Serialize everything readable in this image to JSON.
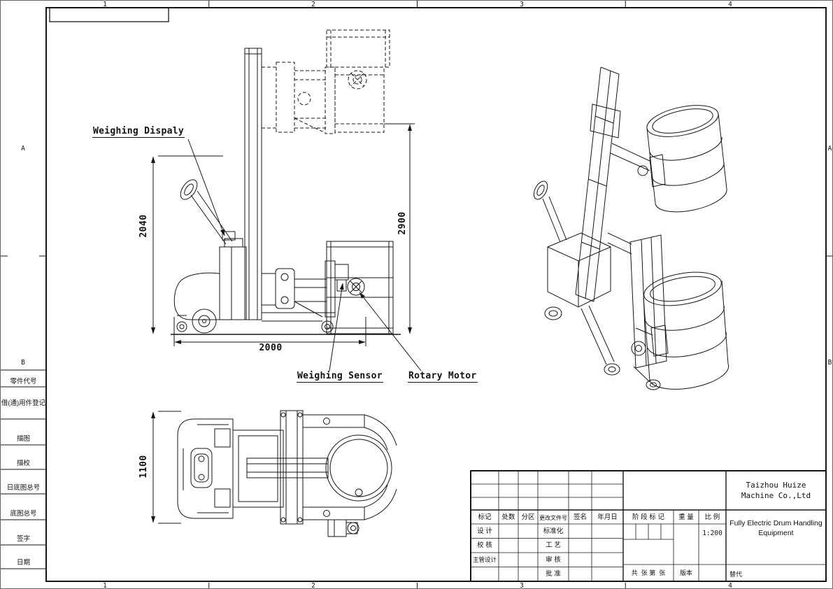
{
  "sheet": {
    "zones_top": [
      "1",
      "2",
      "3",
      "4"
    ],
    "zones_bottom": [
      "1",
      "2",
      "3",
      "4"
    ],
    "zones_left": [
      "A",
      "B"
    ],
    "zones_right": [
      "A",
      "B"
    ]
  },
  "left_table": {
    "rows": [
      "零件代号",
      "借(通)用件登记",
      "描图",
      "描校",
      "日底图总号",
      "底图总号",
      "签字",
      "日期"
    ]
  },
  "annotations": {
    "weighing_display": "Weighing Dispaly",
    "weighing_sensor": "Weighing Sensor",
    "rotary_motor": "Rotary Motor"
  },
  "dimensions": {
    "overall_height": "2040",
    "lift_height": "2900",
    "overall_length": "2000",
    "overall_width": "1100"
  },
  "title_block": {
    "company_line1": "Taizhou Huize",
    "company_line2": "Machine Co.,Ltd",
    "title_line1": "Fully Electric Drum Handling",
    "title_line2": "Equipment",
    "rev_header": [
      "标记",
      "处数",
      "分区",
      "更改文件号",
      "签名",
      "年月日"
    ],
    "sign_rows": [
      {
        "left": "设 计",
        "right": "标准化"
      },
      {
        "left": "校 核",
        "right": "工 艺"
      },
      {
        "left": "主管设计",
        "right": "审 核"
      },
      {
        "left": "",
        "right": "批 准"
      }
    ],
    "stage_mark_label": "阶 段 标 记",
    "weight_label": "重 量",
    "scale_label": "比 例",
    "scale_value": "1:200",
    "sheet_count_label": "共  张 第  张",
    "version_label": "版本",
    "substitute_label": "替代"
  }
}
